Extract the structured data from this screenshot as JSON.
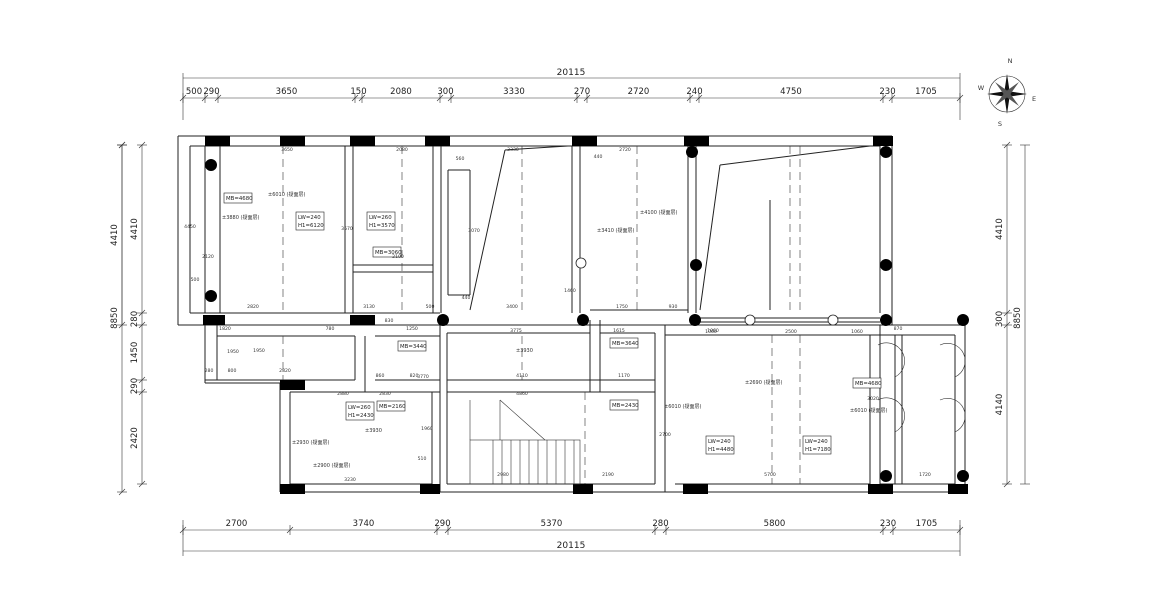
{
  "dimensions": {
    "total_top": "20115",
    "total_bottom": "20115",
    "top": [
      "500",
      "290",
      "3650",
      "150",
      "2080",
      "300",
      "3330",
      "270",
      "2720",
      "240",
      "4750",
      "230",
      "1705"
    ],
    "bottom": [
      "2700",
      "3740",
      "290",
      "5370",
      "280",
      "5800",
      "230",
      "1705"
    ],
    "left_outer": [
      "4410",
      "8850"
    ],
    "left_inner": [
      "4410",
      "280",
      "1450",
      "290",
      "2420"
    ],
    "right_inner": [
      "4410",
      "300",
      "4140"
    ],
    "right_outer": "8850"
  },
  "compass": {
    "n": "N",
    "s": "S",
    "e": "E",
    "w": "W"
  },
  "tags": [
    {
      "lines": [
        "MB=4680"
      ]
    },
    {
      "lines": [
        "LW=240",
        "H1=6120"
      ]
    },
    {
      "lines": [
        "LW=260",
        "H1=3570"
      ]
    },
    {
      "lines": [
        "MB=3060"
      ]
    },
    {
      "lines": [
        "MB=3440"
      ]
    },
    {
      "lines": [
        "MB=3640"
      ]
    },
    {
      "lines": [
        "MB=2160"
      ]
    },
    {
      "lines": [
        "MB=2430"
      ]
    },
    {
      "lines": [
        "LW=260",
        "H1=2430"
      ]
    },
    {
      "lines": [
        "MB=4680"
      ]
    },
    {
      "lines": [
        "LW=240",
        "H1=4480"
      ]
    },
    {
      "lines": [
        "LW=240",
        "H1=7180"
      ]
    }
  ],
  "annotations": [
    "±6010 (疑面层)",
    "±3880 (疑面层)",
    "±4100 (疑面层)",
    "±3410 (疑面层)",
    "±3930",
    "±3930",
    "±2930 (疑面层)",
    "±2900 (疑面层)",
    "±2690 (疑面层)",
    "±6010 (疑面层)",
    "±6010 (疑面层)"
  ],
  "room_dims": [
    "3650",
    "2080",
    "560",
    "3330",
    "2720",
    "440",
    "4450",
    "2120",
    "2100",
    "500",
    "2820",
    "3070",
    "1950",
    "3570",
    "3130",
    "440",
    "500",
    "1460",
    "3400",
    "1750",
    "930",
    "1060",
    "1820",
    "780",
    "1250",
    "830",
    "3775",
    "1615",
    "1060",
    "2500",
    "1060",
    "870",
    "1950",
    "280",
    "800",
    "2820",
    "860",
    "820",
    "4110",
    "1170",
    "3770",
    "2880",
    "2830",
    "4860",
    "1960",
    "510",
    "3230",
    "2980",
    "2190",
    "5700",
    "1720",
    "3020",
    "2700"
  ]
}
